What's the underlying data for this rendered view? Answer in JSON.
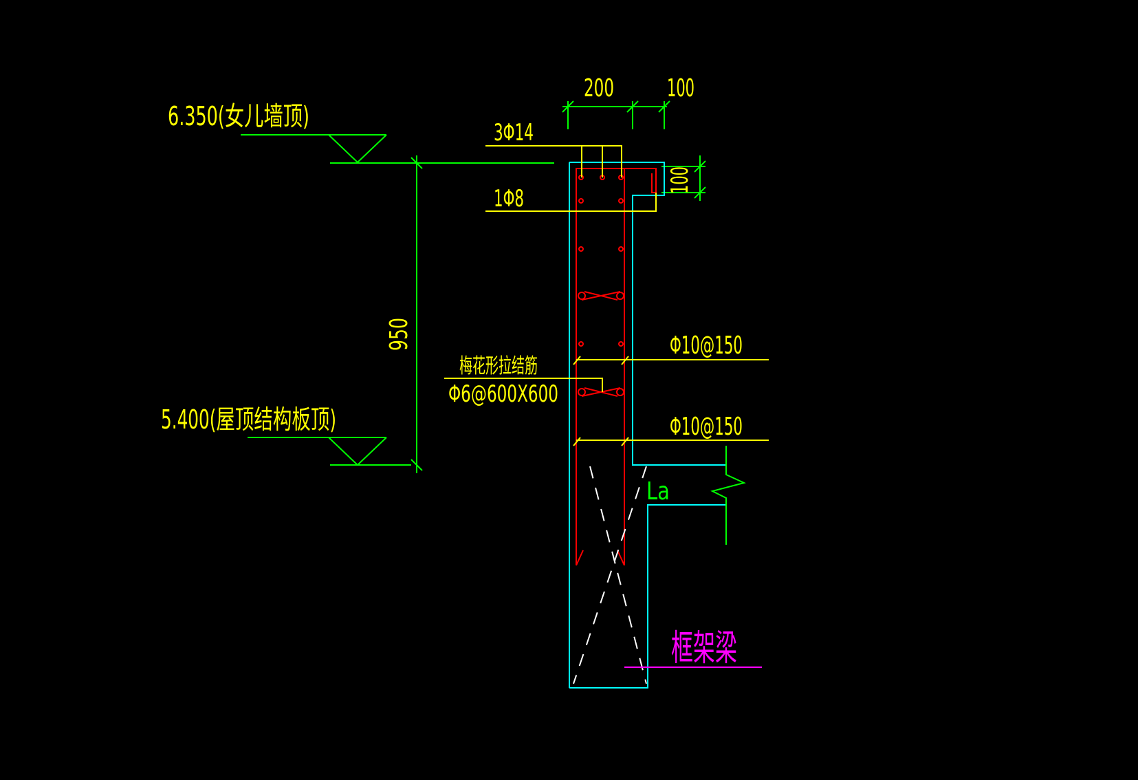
{
  "labels": {
    "parapet_top_elev": "6.350(女儿墙顶)",
    "roof_slab_elev": "5.400(屋顶结构板顶)",
    "dim_width_200": "200",
    "dim_cover_100": "100",
    "dim_vertical_100": "100",
    "dim_height_950": "950",
    "top_rebar": "3Φ14",
    "cap_rebar": "1Φ8",
    "tie_bar_name": "梅花形拉结筋",
    "tie_bar_spec": "Φ6@600X600",
    "horizontal_rebar_1": "Φ10@150",
    "horizontal_rebar_2": "Φ10@150",
    "anchorage": "La",
    "frame_beam": "框架梁"
  },
  "colors": {
    "background": "#000000",
    "dimension": "#00ff00",
    "annotation": "#ffff00",
    "concrete_outline": "#00ffff",
    "rebar": "#ff0000",
    "beam_label": "#ff00ff",
    "dashed": "#ffffff"
  }
}
